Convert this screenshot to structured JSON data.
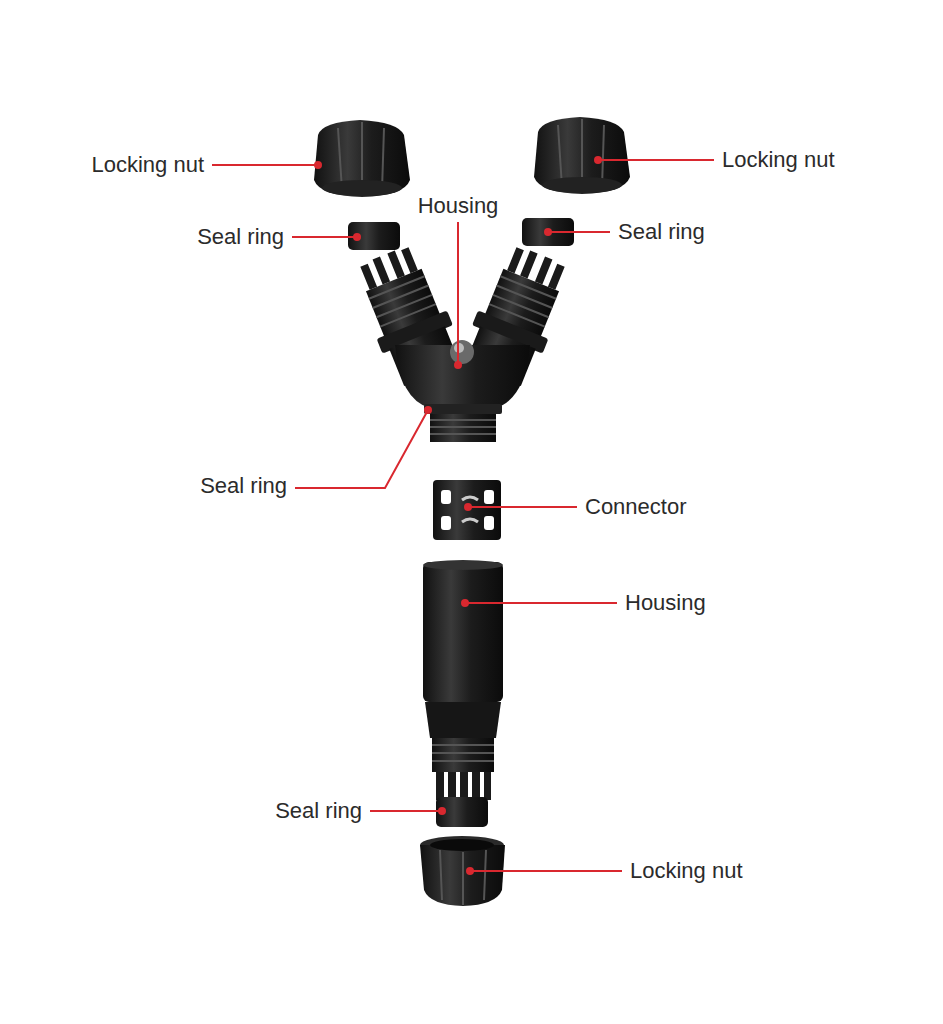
{
  "diagram": {
    "labels": [
      "Locking nut",
      "Locking nut",
      "Housing",
      "Seal ring",
      "Seal ring",
      "Seal ring",
      "Connector",
      "Housing",
      "Seal ring",
      "Locking nut"
    ]
  }
}
